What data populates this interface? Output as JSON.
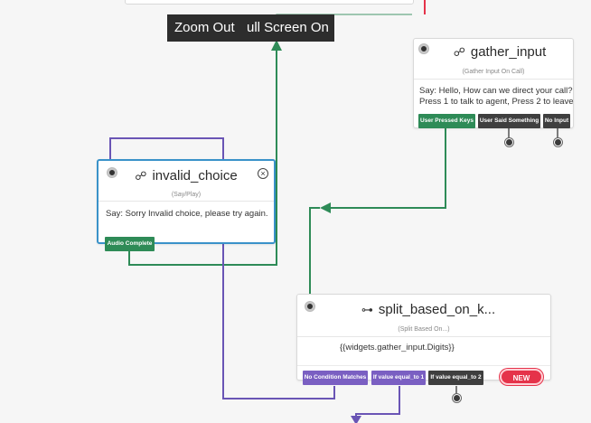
{
  "tooltips": {
    "zoom_out": "Zoom Out",
    "full_screen": "ull Screen On"
  },
  "nodes": {
    "gather_input": {
      "name": "gather_input",
      "type_label": "(Gather Input On Call)",
      "body": "Say: Hello, How can we direct your call? Press 1 to talk to agent, Press 2 to leave",
      "transitions": [
        "User Pressed Keys",
        "User Said Something",
        "No Input"
      ]
    },
    "invalid_choice": {
      "name": "invalid_choice",
      "type_label": "(Say/Play)",
      "body": "Say: Sorry Invalid choice, please try again.",
      "transitions": [
        "Audio Complete"
      ]
    },
    "split": {
      "name": "split_based_on_k...",
      "type_label": "(Split Based On...)",
      "body": "{{widgets.gather_input.Digits}}",
      "transitions": [
        "No Condition Matches",
        "If value equal_to 1",
        "If value equal_to 2"
      ],
      "badge": "NEW"
    }
  },
  "colors": {
    "green": "#2e8b57",
    "purple": "#7a5fc2",
    "selected_border": "#3a92c9",
    "red": "#e5334a"
  }
}
